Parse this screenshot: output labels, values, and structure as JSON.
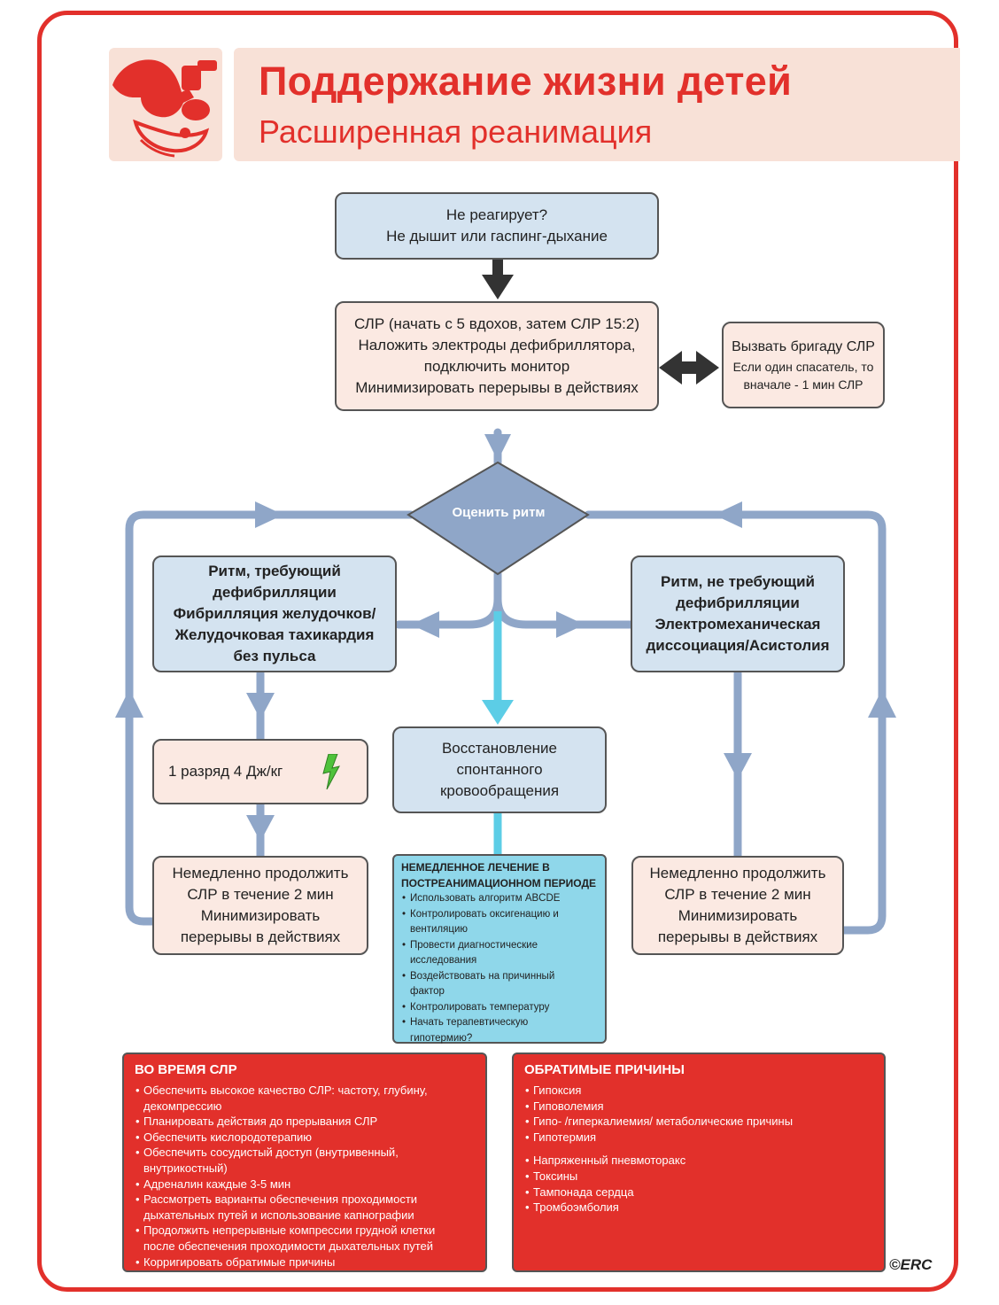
{
  "header": {
    "title": "Поддержание жизни детей",
    "subtitle": "Расширенная реанимация"
  },
  "flow": {
    "start": {
      "line1": "Не реагирует?",
      "line2": "Не дышит или гаспинг-дыхание"
    },
    "cpr": {
      "line1": "СЛР (начать с 5 вдохов, затем СЛР 15:2)",
      "line2": "Наложить электроды дефибриллятора,",
      "line3": "подключить монитор",
      "line4": "Минимизировать перерывы в действиях"
    },
    "call": {
      "line1": "Вызвать бригаду СЛР",
      "line2": "Если один спасатель, то",
      "line3": "вначале - 1 мин СЛР"
    },
    "assess": "Оценить ритм",
    "shockable": {
      "line1": "Ритм, требующий",
      "line2": "дефибрилляции",
      "line3": "Фибрилляция желудочков/",
      "line4": "Желудочковая тахикардия",
      "line5": "без пульса"
    },
    "nonshockable": {
      "line1": "Ритм, не требующий",
      "line2": "дефибрилляции",
      "line3": "Электромеханическая",
      "line4": "диссоциация/Асистолия"
    },
    "shock": "1 разряд 4 Дж/кг",
    "rosc": {
      "line1": "Восстановление",
      "line2": "спонтанного",
      "line3": "кровообращения"
    },
    "resume_left": {
      "line1": "Немедленно продолжить",
      "line2": "СЛР в течение 2 мин",
      "line3": "Минимизировать",
      "line4": "перерывы в действиях"
    },
    "resume_right": {
      "line1": "Немедленно продолжить",
      "line2": "СЛР в течение 2 мин",
      "line3": "Минимизировать",
      "line4": "перерывы в действиях"
    },
    "post": {
      "heading1": "НЕМЕДЛЕННОЕ ЛЕЧЕНИЕ В",
      "heading2": "ПОСТРЕАНИМАЦИОННОМ ПЕРИОДЕ",
      "items": [
        "Использовать алгоритм ABCDE",
        "Контролировать оксигенацию и",
        "вентиляцию",
        "Провести диагностические",
        "исследования",
        "Воздействовать на причинный",
        "фактор",
        "Контролировать температуру",
        "Начать терапевтическую",
        "гипотермию?"
      ]
    }
  },
  "during_cpr": {
    "title": "ВО ВРЕМЯ СЛР",
    "items": [
      "Обеспечить высокое качество СЛР: частоту, глубину,",
      "декомпрессию",
      "Планировать действия до прерывания СЛР",
      "Обеспечить кислородотерапию",
      "Обеспечить сосудистый доступ (внутривенный,",
      "внутрикостный)",
      "Адреналин каждые 3-5 мин",
      "Рассмотреть варианты обеспечения проходимости",
      "дыхательных путей и использование капнографии",
      "Продолжить непрерывные компрессии грудной клетки",
      "после обеспечения проходимости дыхательных путей",
      "Корригировать обратимые причины"
    ]
  },
  "reversible": {
    "title": "ОБРАТИМЫЕ ПРИЧИНЫ",
    "items": [
      "Гипоксия",
      "Гиповолемия",
      "Гипо- /гиперкалиемия/ метаболические причины",
      "Гипотермия",
      "Напряженный пневмоторакс",
      "Токсины",
      "Тампонада сердца",
      "Тромбоэмболия"
    ]
  },
  "logo": "©ERC",
  "colors": {
    "accent_red": "#e2302b",
    "header_band": "#f8e1d7",
    "box_blue": "#d4e3f0",
    "box_peach": "#fbe9e2",
    "box_cyan": "#8fd7ea",
    "loop_blue": "#8fa6c8",
    "rosc_cyan": "#5ccde6"
  }
}
